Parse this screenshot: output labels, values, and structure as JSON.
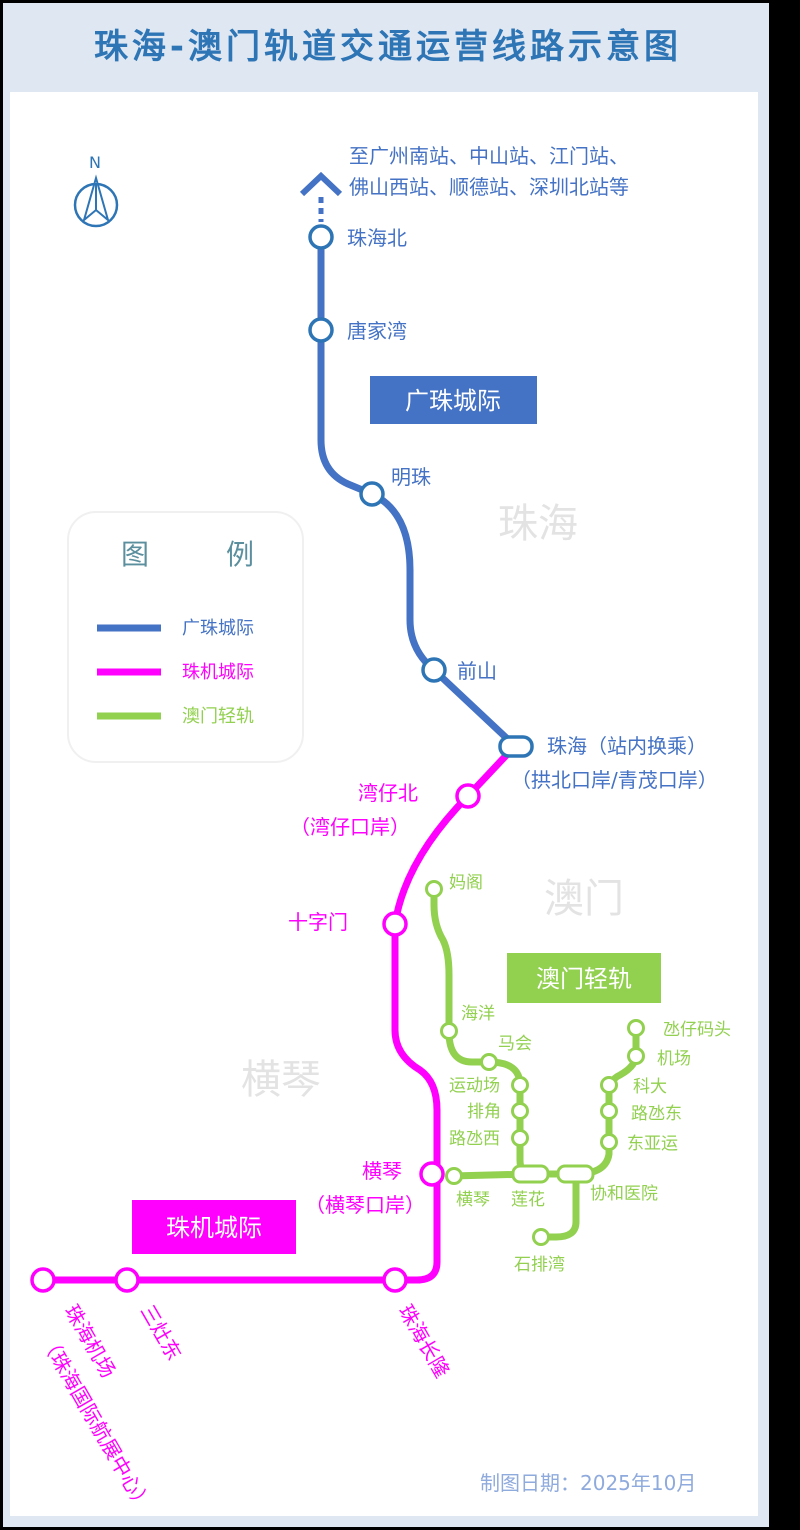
{
  "title": "珠海-澳门轨道交通运营线路示意图",
  "date_label": "制图日期：2025年10月",
  "compass_label": "N",
  "regions": {
    "zhuhai": "珠海",
    "macau": "澳门",
    "hengqin": "横琴"
  },
  "destination": {
    "line1": "至广州南站、中山站、江门站、",
    "line2": "佛山西站、顺德站、深圳北站等"
  },
  "legend": {
    "title_a": "图",
    "title_b": "例",
    "items": [
      {
        "label": "广珠城际",
        "color": "#4472c4"
      },
      {
        "label": "珠机城际",
        "color": "#ff00ff"
      },
      {
        "label": "澳门轻轨",
        "color": "#92d050"
      }
    ]
  },
  "line_labels": {
    "gz": "广珠城际",
    "zj": "珠机城际",
    "mo": "澳门轻轨"
  },
  "stations": {
    "gz": {
      "zhuhai_north": "珠海北",
      "tangjiawan": "唐家湾",
      "mingzhu": "明珠",
      "qianshan": "前山",
      "zhuhai_a": "珠海（站内换乘）",
      "zhuhai_b": "（拱北口岸/青茂口岸）"
    },
    "zj": {
      "wanzai_north_a": "湾仔北",
      "wanzai_north_b": "（湾仔口岸）",
      "shizimen": "十字门",
      "hengqin_a": "横琴",
      "hengqin_b": "（横琴口岸）",
      "changlong": "珠海长隆",
      "sanzaodong": "三灶东",
      "airport_a": "珠海机场",
      "airport_b": "（珠海国际航展中心）"
    },
    "mo": {
      "mage": "妈阁",
      "haiyang": "海洋",
      "mahui": "马会",
      "yundongchang": "运动场",
      "paijiao": "排角",
      "luhuanxi": "路氹西",
      "hengqin": "横琴",
      "lianhua": "莲花",
      "xiehe": "协和医院",
      "shipaiwan": "石排湾",
      "dongyayun": "东亚运",
      "luhuandong": "路氹东",
      "keda": "科大",
      "jichang": "机场",
      "dangzai": "氹仔码头"
    }
  }
}
